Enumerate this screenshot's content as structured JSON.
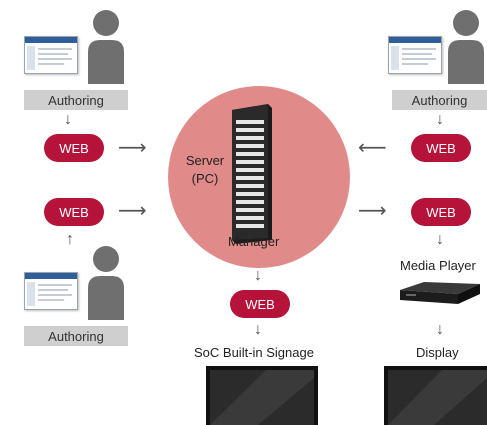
{
  "colors": {
    "web_pill": "#b5133a",
    "server_circle": "#e08a8a",
    "label_box": "#cfcfcf",
    "person": "#6f6f6f"
  },
  "top_left": {
    "authoring_label": "Authoring",
    "web_label": "WEB"
  },
  "bottom_left": {
    "authoring_label": "Authoring",
    "web_label": "WEB"
  },
  "top_right": {
    "authoring_label": "Authoring",
    "web_label": "WEB"
  },
  "server": {
    "label": "Server\n(PC)",
    "manager_label": "Manager"
  },
  "soc_path": {
    "web_label": "WEB",
    "caption": "SoC Built-in Signage"
  },
  "player_path": {
    "web_label": "WEB",
    "media_player_label": "Media Player",
    "display_label": "Display"
  },
  "icons": {
    "person": "person-icon",
    "screenshot": "authoring-screenshot-icon",
    "server": "server-rack-icon",
    "media_player": "media-player-icon",
    "display": "display-monitor-icon"
  }
}
